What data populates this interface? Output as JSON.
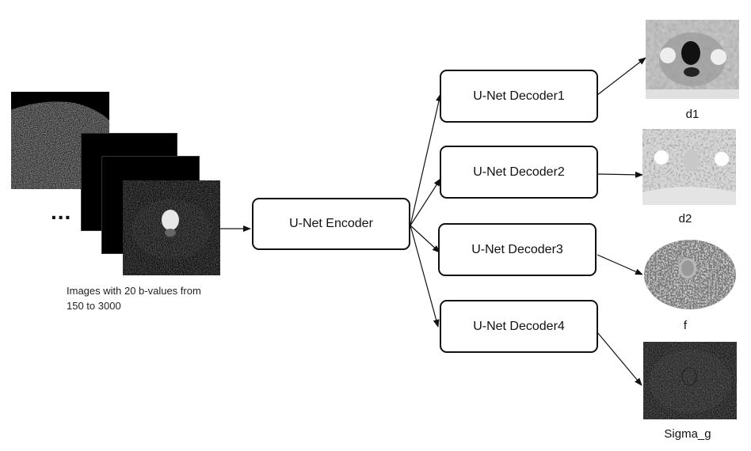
{
  "input": {
    "ellipsis": "...",
    "caption_line1": "Images with 20 b-values from",
    "caption_line2": "150 to 3000"
  },
  "encoder": {
    "label": "U-Net Encoder"
  },
  "decoders": [
    {
      "label": "U-Net Decoder1",
      "output": "d1"
    },
    {
      "label": "U-Net Decoder2",
      "output": "d2"
    },
    {
      "label": "U-Net Decoder3",
      "output": "f"
    },
    {
      "label": "U-Net Decoder4",
      "output": "Sigma_g"
    }
  ]
}
